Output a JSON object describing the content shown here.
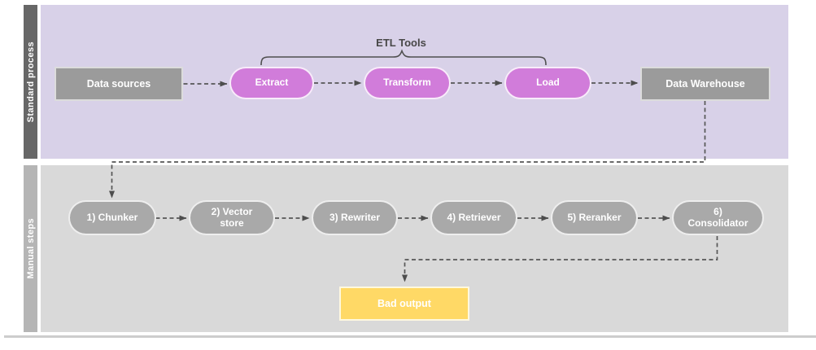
{
  "diagram": {
    "bracket": {
      "label": "ETL Tools"
    },
    "lanes": [
      {
        "label": "Standard process",
        "nodes": [
          {
            "id": "data-sources",
            "label": "Data sources",
            "shape": "rect"
          },
          {
            "id": "extract",
            "label": "Extract",
            "shape": "pill"
          },
          {
            "id": "transform",
            "label": "Transform",
            "shape": "pill"
          },
          {
            "id": "load",
            "label": "Load",
            "shape": "pill"
          },
          {
            "id": "data-warehouse",
            "label": "Data Warehouse",
            "shape": "rect"
          }
        ]
      },
      {
        "label": "Manual steps",
        "nodes": [
          {
            "id": "chunker",
            "label": "1) Chunker",
            "shape": "pill"
          },
          {
            "id": "vector-store",
            "label": "2) Vector store",
            "shape": "pill"
          },
          {
            "id": "rewriter",
            "label": "3) Rewriter",
            "shape": "pill"
          },
          {
            "id": "retriever",
            "label": "4) Retriever",
            "shape": "pill"
          },
          {
            "id": "reranker",
            "label": "5) Reranker",
            "shape": "pill"
          },
          {
            "id": "consolidator",
            "label": "6) Consolidator",
            "shape": "pill"
          },
          {
            "id": "bad-output",
            "label": "Bad output",
            "shape": "rect"
          }
        ]
      }
    ],
    "edges": [
      {
        "from": "data-sources",
        "to": "extract"
      },
      {
        "from": "extract",
        "to": "transform"
      },
      {
        "from": "transform",
        "to": "load"
      },
      {
        "from": "load",
        "to": "data-warehouse"
      },
      {
        "from": "data-warehouse",
        "to": "chunker"
      },
      {
        "from": "chunker",
        "to": "vector-store"
      },
      {
        "from": "vector-store",
        "to": "rewriter"
      },
      {
        "from": "rewriter",
        "to": "retriever"
      },
      {
        "from": "retriever",
        "to": "reranker"
      },
      {
        "from": "reranker",
        "to": "consolidator"
      },
      {
        "from": "consolidator",
        "to": "bad-output"
      }
    ],
    "colors": {
      "lane1_bar": "#676767",
      "lane1_body": "#d8d1e8",
      "lane2_bar": "#b5b5b5",
      "lane2_body": "#d9d9d9",
      "etl_pill": "#d17cda",
      "gray_box": "#9b9b9b",
      "gray_pill": "#a9a9a9",
      "warning_box": "#ffd966",
      "connector": "#565656",
      "node_text": "#ffffff",
      "bracket_text": "#474747"
    }
  }
}
